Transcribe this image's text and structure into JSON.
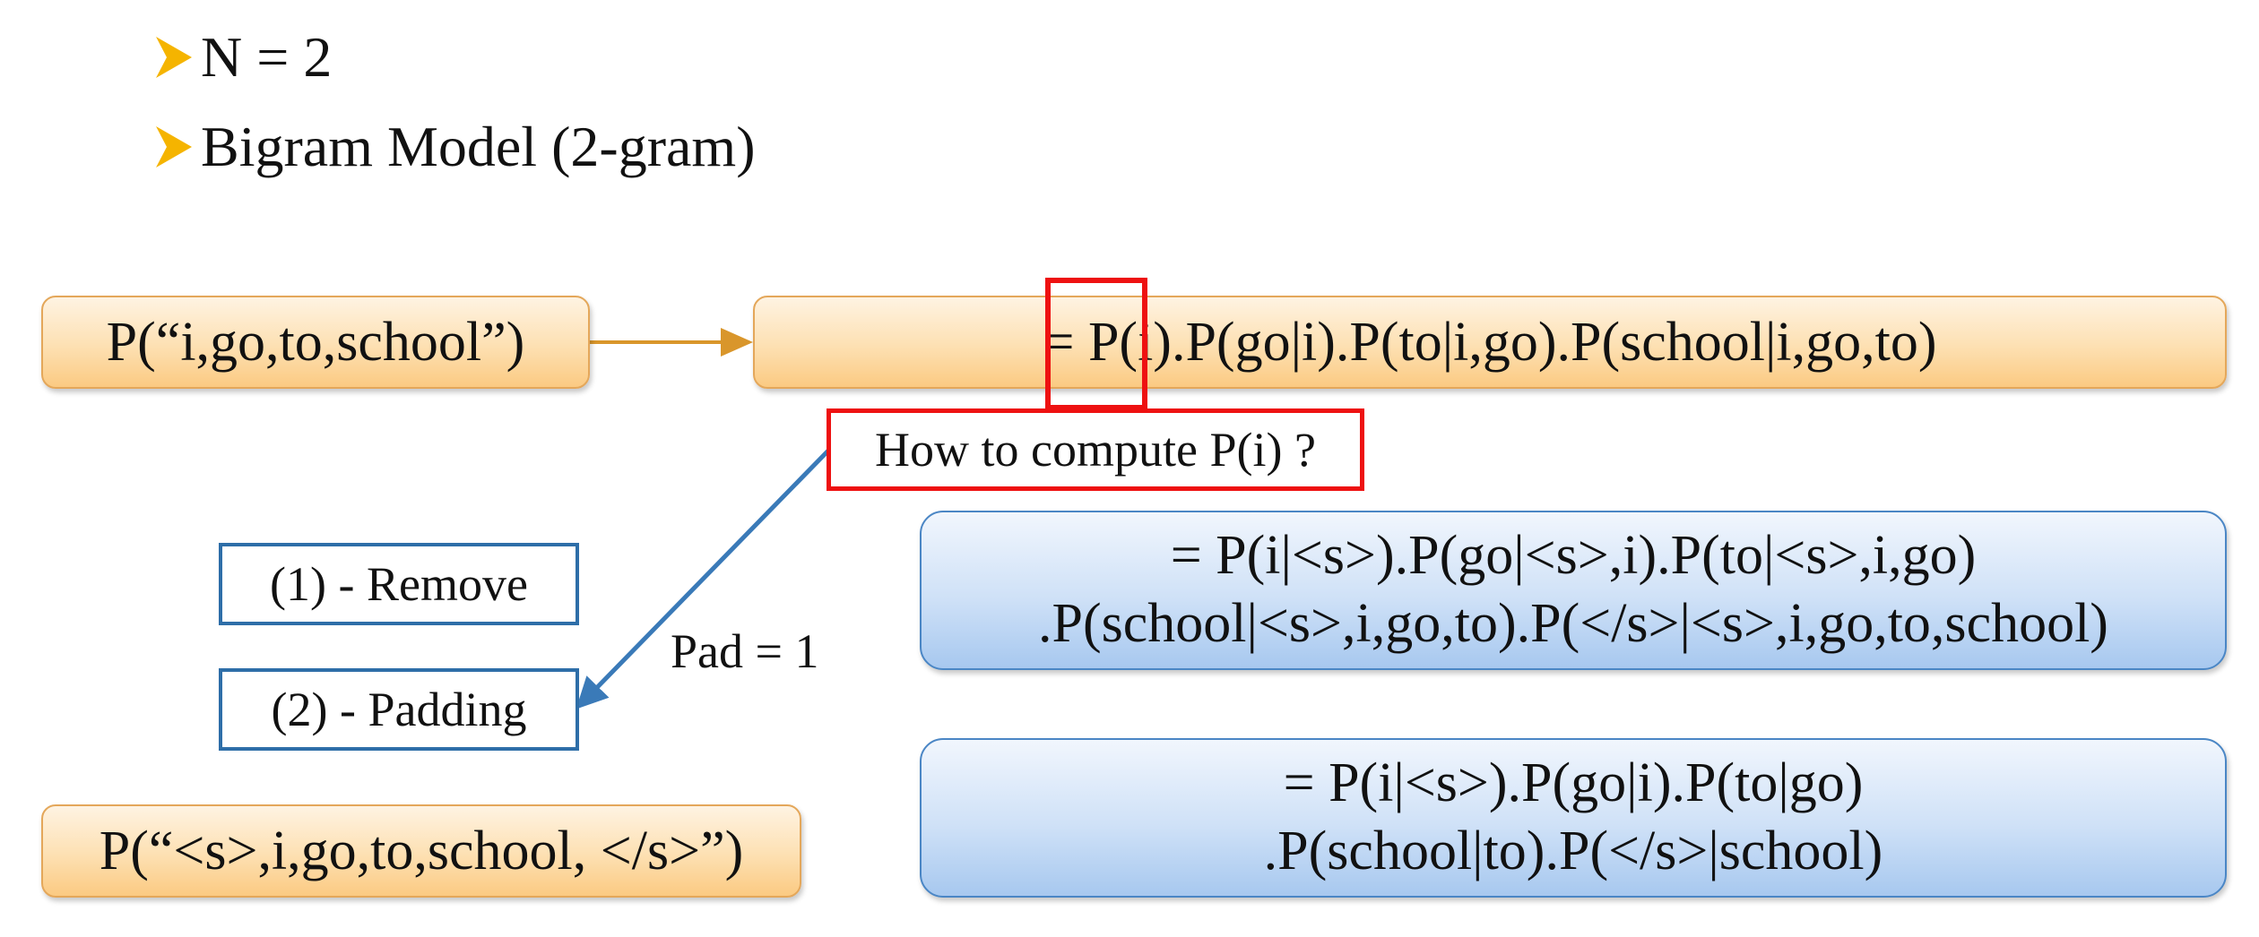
{
  "bullets": [
    {
      "text": "N = 2",
      "icon": "arrowhead-bullet-icon"
    },
    {
      "text": "Bigram Model (2-gram)",
      "icon": "arrowhead-bullet-icon"
    }
  ],
  "sentence_box": {
    "text": "P(“i,go,to,school”)"
  },
  "chain_rule_box": {
    "text": "= P(i).P(go|i).P(to|i,go).P(school|i,go,to)"
  },
  "question_box": {
    "text": "How to compute P(i) ?"
  },
  "option_remove": {
    "text": "(1) - Remove"
  },
  "option_padding": {
    "text": "(2) - Padding"
  },
  "pad_label": {
    "text": "Pad = 1"
  },
  "padded_sentence_box": {
    "text": "P(“<s>,i,go,to,school, </s>”)"
  },
  "full_history_box": {
    "line1": "= P(i|<s>).P(go|<s>,i).P(to|<s>,i,go)",
    "line2": ".P(school|<s>,i,go,to).P(</s>|<s>,i,go,to,school)"
  },
  "bigram_box": {
    "line1": "= P(i|<s>).P(go|i).P(to|go)",
    "line2": ".P(school|to).P(</s>|school)"
  },
  "colors": {
    "bullet_arrow": "#f5b400",
    "orange_fill": "#fde0b2",
    "orange_border": "#e4a75a",
    "blue_fill": "#cfe1f7",
    "blue_border": "#4a86c5",
    "outline_blue": "#2e6ea8",
    "highlight_red": "#ee1111",
    "connector_orange": "#d9962b",
    "connector_blue": "#3a7ab8"
  }
}
